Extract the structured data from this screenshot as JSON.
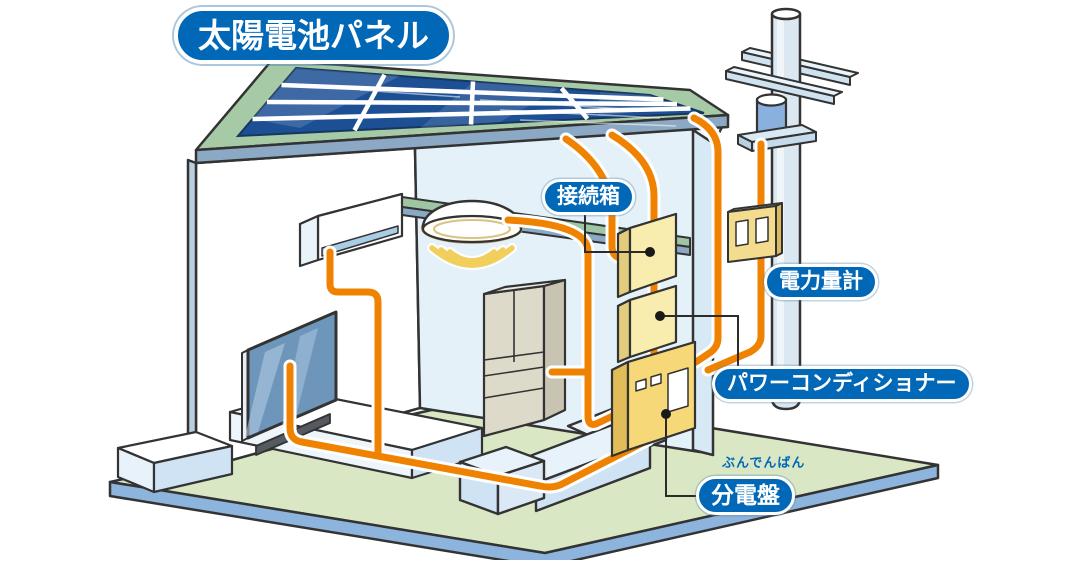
{
  "diagram": {
    "title": "太陽電池パネル",
    "labels": {
      "junction_box": "接続箱",
      "power_meter": "電力量計",
      "power_conditioner": "パワーコンディショナー",
      "distribution_board": "分電盤",
      "distribution_board_furigana": "ぶんでんばん"
    },
    "colors": {
      "label_blue": "#0068b7",
      "wire_orange": "#ef8200",
      "panel_blue": "#1c4f94",
      "panel_blue_light": "#35699f",
      "roof_green": "#a6c9a6",
      "floor_green": "#d9e7c4",
      "base_blue": "#8db4dd",
      "wall_blue": "#e4f1f9",
      "equipment_yellow": "#f8ecae",
      "outline_dark": "#333333"
    },
    "components": [
      "solar-panel",
      "roof",
      "junction-box",
      "power-conditioner",
      "distribution-board",
      "power-meter",
      "utility-pole",
      "transformer",
      "air-conditioner",
      "ceiling-light",
      "tv",
      "refrigerator",
      "sofa",
      "wiring"
    ]
  }
}
